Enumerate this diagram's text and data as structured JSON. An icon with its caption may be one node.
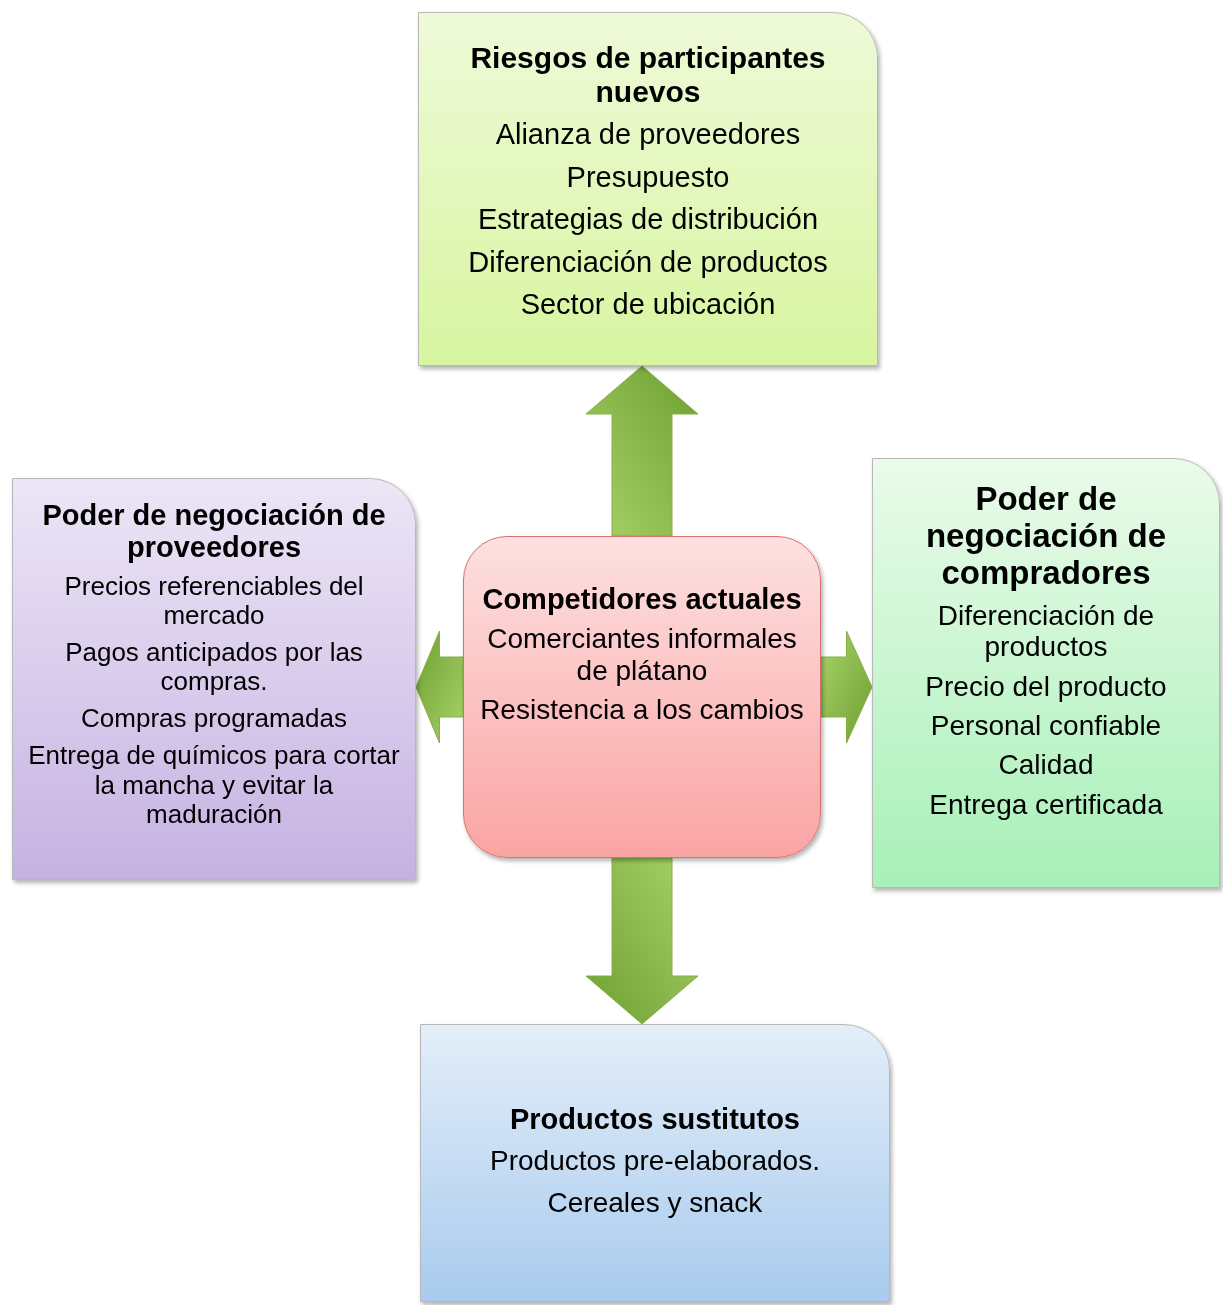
{
  "diagram": {
    "nodes": [
      {
        "text": [
          "Riesgos de participantes nuevos",
          "Alianza de proveedores",
          "Presupuesto",
          "Estrategias de distribución",
          "Diferenciación de productos",
          "Sector de ubicación"
        ]
      },
      {
        "text": [
          "Poder de negociación de proveedores",
          "Precios referenciables del mercado",
          "Pagos anticipados por las compras.",
          "Compras programadas",
          "Entrega de químicos para cortar la mancha y evitar la maduración"
        ]
      },
      {
        "text": [
          "Competidores actuales",
          "Comerciantes informales de plátano",
          "Resistencia a los cambios"
        ]
      },
      {
        "text": [
          "Poder de negociación de compradores",
          "Diferenciación de productos",
          "Precio del producto",
          "Personal confiable",
          "Calidad",
          "Entrega certificada"
        ]
      },
      {
        "text": [
          "Productos sustitutos",
          "Productos pre-elaborados.",
          "Cereales y snack"
        ]
      }
    ],
    "edges": [
      {
        "from": 2,
        "to": 0,
        "arrow": "to"
      },
      {
        "from": 2,
        "to": 1,
        "arrow": "to"
      },
      {
        "from": 2,
        "to": 3,
        "arrow": "to"
      },
      {
        "from": 2,
        "to": 4,
        "arrow": "to"
      }
    ]
  }
}
